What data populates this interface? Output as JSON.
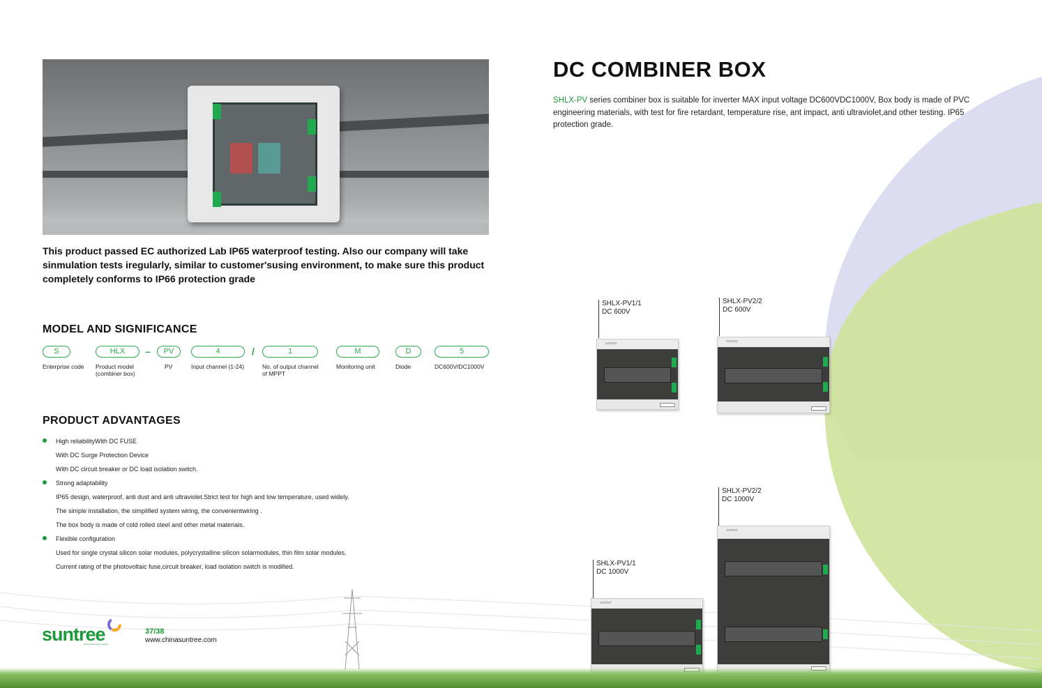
{
  "intro_text": "This product passed EC authorized Lab IP65 waterproof testing. Also our company will take sinmulation tests iregularly, similar to customer'susing environment, to make sure this product completely conforms to IP66 protection grade",
  "model": {
    "heading": "MODEL AND SIGNIFICANCE",
    "codes": [
      {
        "code": "S",
        "label": "Enterprise code"
      },
      {
        "code": "HLX",
        "label": "Product model (combiner box)"
      },
      {
        "code": "PV",
        "label": "PV"
      },
      {
        "code": "4",
        "label": "Input channel (1-24)"
      },
      {
        "code": "1",
        "label": "No. of output channel of MPPT"
      },
      {
        "code": "M",
        "label": "Monitoring unit"
      },
      {
        "code": "D",
        "label": "Diode"
      },
      {
        "code": "5",
        "label": "DC600V/DC1000V"
      }
    ],
    "separators": [
      "–",
      "/"
    ]
  },
  "advantages": {
    "heading": "PRODUCT ADVANTAGES",
    "lines": [
      {
        "text": "High reliabilityWith DC FUSE",
        "bullet": true
      },
      {
        "text": "With DC Surge Protection Device",
        "bullet": false
      },
      {
        "text": "With DC circuit breaker or DC load isolation switch.",
        "bullet": false
      },
      {
        "text": "Strong adaptability",
        "bullet": true
      },
      {
        "text": "IP65 design, waterproof, anti dust and anti ultraviolet.Strict test for high and low temperature, used widely.",
        "bullet": false
      },
      {
        "text": "The simple installation, the simplified system wiring, the convenientwiring .",
        "bullet": false
      },
      {
        "text": "The box body is made of cold rolled steel and other metal materials.",
        "bullet": false
      },
      {
        "text": "Flexible configuration",
        "bullet": true
      },
      {
        "text": "Used for single crystal silicon solar modules, polycrystalline silicon solarmodules, thin film solar modules.",
        "bullet": false
      },
      {
        "text": "Current rating of the photovoltaic fuse,circuit breaker, load isolation switch is modified.",
        "bullet": false
      }
    ]
  },
  "title": "DC COMBINER BOX",
  "description": {
    "highlight": "SHLX-PV",
    "text": " series combiner box is suitable for inverter MAX input voltage DC600VDC1000V, Box body is made of PVC engineering materials, with test for fire retardant, temperature rise, ant impact, anti ultraviolet,and other testing. IP65 protection grade."
  },
  "products": [
    {
      "model": "SHLX-PV1/1",
      "voltage": "DC 600V"
    },
    {
      "model": "SHLX-PV2/2",
      "voltage": "DC 600V"
    },
    {
      "model": "SHLX-PV2/2",
      "voltage": "DC 1000V"
    },
    {
      "model": "SHLX-PV1/1",
      "voltage": "DC 1000V"
    }
  ],
  "brand": {
    "logo_text": "suntree",
    "tagline": "Power technology solution",
    "box_brand": "suntree"
  },
  "footer": {
    "page": "37/38",
    "url": "www.chinasuntree.com"
  },
  "colors": {
    "accent": "#1e9a3c",
    "lavender": "#c9c9ea",
    "lime": "#c8df8e"
  }
}
